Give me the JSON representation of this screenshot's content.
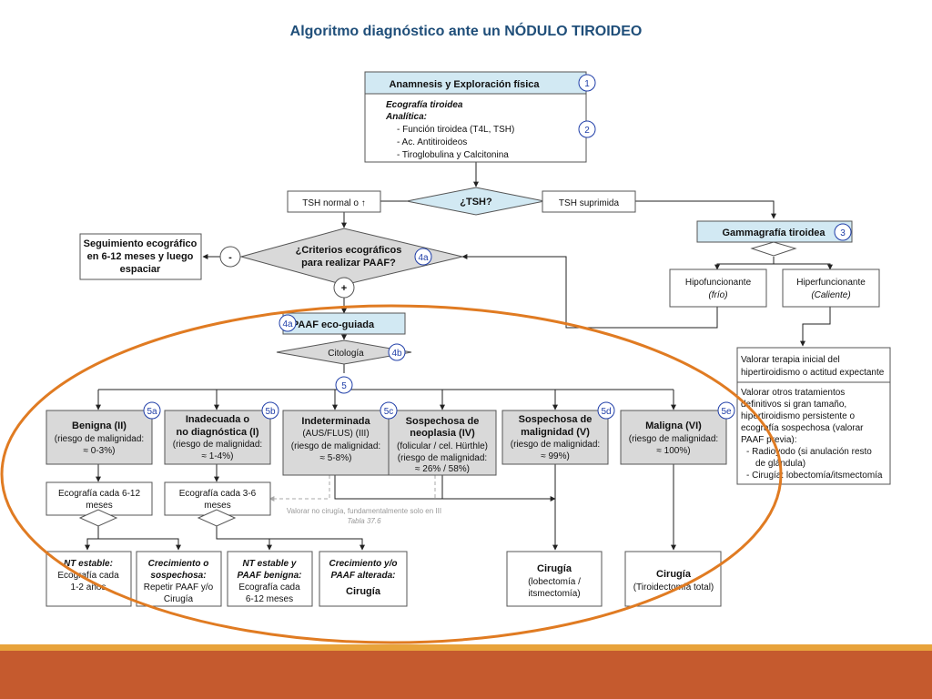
{
  "title": "Algoritmo diagnóstico ante un NÓDULO TIROIDEO",
  "nodes": {
    "anamnesis": "Anamnesis y Exploración física",
    "eco_tiroidea": "Ecografía tiroidea",
    "analitica": "Analítica:",
    "analitica_1": "-  Función tiroidea (T4L, TSH)",
    "analitica_2": "-  Ac. Antitiroideos",
    "analitica_3": "-  Tiroglobulina y Calcitonina",
    "tsh_question": "¿TSH?",
    "tsh_normal": "TSH normal o ↑",
    "tsh_suprimida": "TSH suprimida",
    "gammagrafia": "Gammagrafía tiroidea",
    "criterios_1": "¿Criterios ecográficos",
    "criterios_2": "para realizar PAAF?",
    "minus": "-",
    "plus": "+",
    "seguimiento_1": "Seguimiento ecográfico",
    "seguimiento_2": "en 6-12 meses y luego",
    "seguimiento_3": "espaciar",
    "hipofuncionante": "Hipofuncionante",
    "frio": "(frío)",
    "hiperfuncionante": "Hiperfuncionante",
    "caliente": "(Caliente)",
    "paaf": "PAAF eco-guiada",
    "citologia": "Citología",
    "valorar_terapia_1": "Valorar terapia inicial del",
    "valorar_terapia_2": "hipertiroidismo o actitud expectante",
    "valorar_otros_1": "Valorar otros tratamientos",
    "valorar_otros_2": "definitivos si gran tamaño,",
    "valorar_otros_3": "hipertiroidismo persistente o",
    "valorar_otros_4": "ecografía sospechosa (valorar",
    "valorar_otros_5": "PAAF previa):",
    "valorar_otros_6": "-  Radioyodo (si anulación resto",
    "valorar_otros_7": "de glándula)",
    "valorar_otros_8": "-  Cirugía: lobectomía/itsmectomía",
    "benigna_1": "Benigna (II)",
    "benigna_2": "(riesgo de malignidad:",
    "benigna_3": "≈ 0-3%)",
    "inadecuada_1": "Inadecuada o",
    "inadecuada_2": "no diagnóstica (I)",
    "inadecuada_3": "(riesgo de malignidad:",
    "inadecuada_4": "≈ 1-4%)",
    "indeterminada_1": "Indeterminada",
    "indeterminada_2": "(AUS/FLUS) (III)",
    "indeterminada_3": "(riesgo de malignidad:",
    "indeterminada_4": "≈ 5-8%)",
    "sospechosa_neo_1": "Sospechosa de",
    "sospechosa_neo_2": "neoplasia (IV)",
    "sospechosa_neo_3": "(folicular / cel. Hürthle)",
    "sospechosa_neo_4": "(riesgo de malignidad:",
    "sospechosa_neo_5": "≈ 26% / 58%)",
    "sospechosa_mal_1": "Sospechosa de",
    "sospechosa_mal_2": "malignidad (V)",
    "sospechosa_mal_3": "(riesgo de malignidad:",
    "sospechosa_mal_4": "≈ 99%)",
    "maligna_1": "Maligna (VI)",
    "maligna_2": "(riesgo de malignidad:",
    "maligna_3": "≈ 100%)",
    "eco_6_12_1": "Ecografía cada 6-12",
    "eco_6_12_2": "meses",
    "eco_3_6_1": "Ecografía cada 3-6",
    "eco_3_6_2": "meses",
    "valorar_no_cirugia_1": "Valorar no cirugía, fundamentalmente solo en III",
    "valorar_no_cirugia_2": "Tabla 37.6",
    "nt_estable_1": "NT estable:",
    "nt_estable_2": "Ecografía cada",
    "nt_estable_3": "1-2 años",
    "crec_1": "Crecimiento o",
    "crec_2": "sospechosa:",
    "crec_3": "Repetir PAAF y/o",
    "crec_4": "Cirugía",
    "nt_benigna_1": "NT estable y",
    "nt_benigna_2": "PAAF benigna:",
    "nt_benigna_3": "Ecografía cada",
    "nt_benigna_4": "6-12 meses",
    "crec_alt_1": "Crecimiento y/o",
    "crec_alt_2": "PAAF alterada:",
    "crec_alt_3": "Cirugía",
    "cirugia_1": "Cirugía",
    "cirugia_2": "(lobectomía /",
    "cirugia_3": "itsmectomía)",
    "cirugia_total_1": "Cirugía",
    "cirugia_total_2": "(Tiroidectomía total)"
  },
  "step_numbers": {
    "n1": "1",
    "n2": "2",
    "n3": "3",
    "n4a": "4a",
    "n4a_b": "4a",
    "n4b": "4b",
    "n5": "5",
    "n5a": "5a",
    "n5b": "5b",
    "n5c": "5c",
    "n5d": "5d",
    "n5e": "5e"
  },
  "colors": {
    "title": "#1f4e79",
    "header_box": "#d2e9f3",
    "category_box": "#d9d9d9",
    "highlight_ellipse": "#e07b22",
    "step_number": "#1f3ea8",
    "footer_band": "#c55a2e",
    "footer_stripe": "#e8a33b"
  }
}
